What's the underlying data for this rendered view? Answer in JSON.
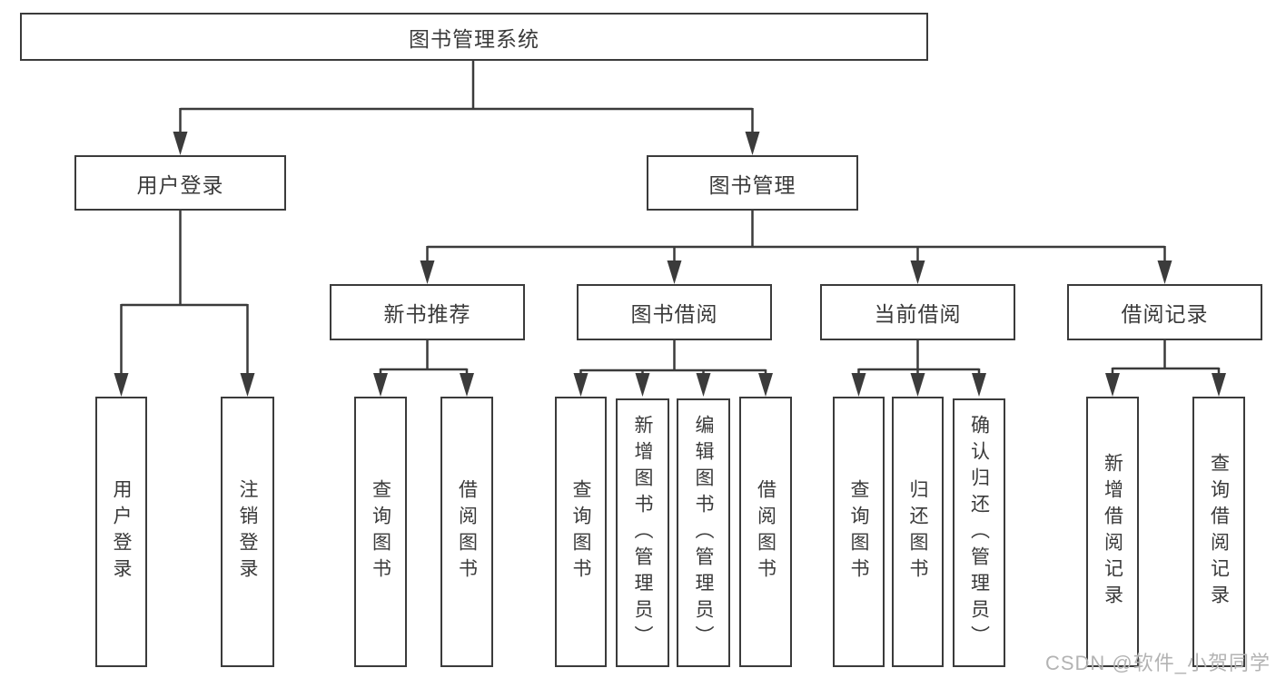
{
  "diagram": {
    "root": "图书管理系统",
    "level2": [
      "用户登录",
      "图书管理"
    ],
    "level3": [
      "新书推荐",
      "图书借阅",
      "当前借阅",
      "借阅记录"
    ],
    "leaves_user_login": [
      "用户登录",
      "注销登录"
    ],
    "leaves_new_books": [
      "查询图书",
      "借阅图书"
    ],
    "leaves_book_borrow": [
      "查询图书",
      "新增图书（管理员）",
      "编辑图书（管理员）",
      "借阅图书"
    ],
    "leaves_current_borrow": [
      "查询图书",
      "归还图书",
      "确认归还（管理员）"
    ],
    "leaves_borrow_records": [
      "新增借阅记录",
      "查询借阅记录"
    ]
  },
  "watermark": "CSDN @软件_小贺同学",
  "colors": {
    "line": "#3b3b3b",
    "text": "#3a3a3a",
    "background": "#ffffff",
    "watermark": "#b3b3b3"
  }
}
